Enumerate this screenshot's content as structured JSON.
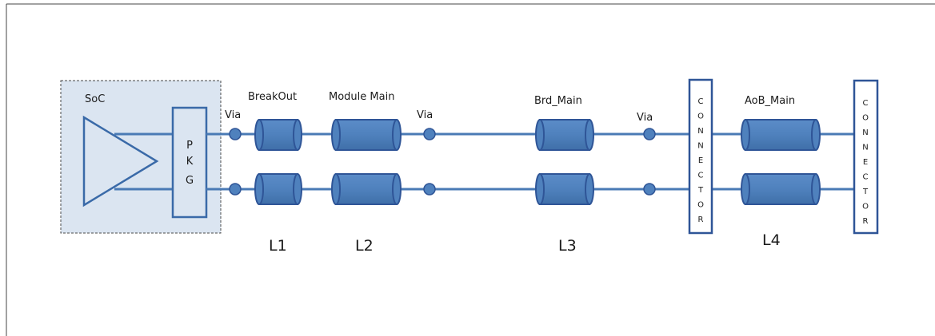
{
  "labels": {
    "soc": "SoC",
    "pkg": [
      "P",
      "K",
      "G"
    ],
    "breakout": "BreakOut",
    "module_main": "Module Main",
    "brd_main": "Brd_Main",
    "aob_main": "AoB_Main",
    "via": "Via",
    "connector": [
      "C",
      "O",
      "N",
      "N",
      "E",
      "C",
      "T",
      "O",
      "R"
    ],
    "segments": [
      "L1",
      "L2",
      "L3",
      "L4"
    ]
  },
  "colors": {
    "line": "#4a7ab5",
    "fill": "#4f81bd",
    "soc_bg": "#dbe5f1",
    "stroke": "#2f5597"
  }
}
